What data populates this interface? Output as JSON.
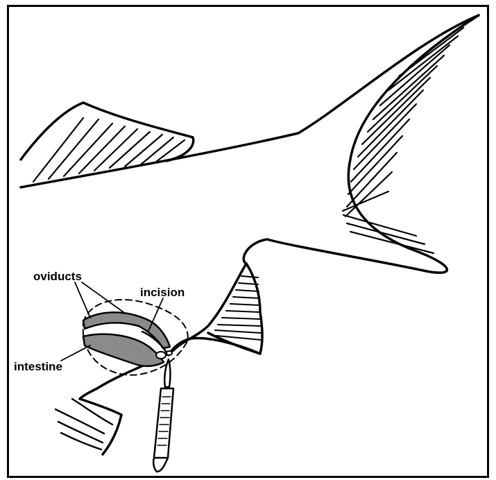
{
  "labels": {
    "oviducts": "oviducts",
    "incision": "incision",
    "intestine": "intestine"
  },
  "colors": {
    "stroke": "#000000",
    "organ_fill": "#8a8a8a",
    "background": "#ffffff"
  }
}
